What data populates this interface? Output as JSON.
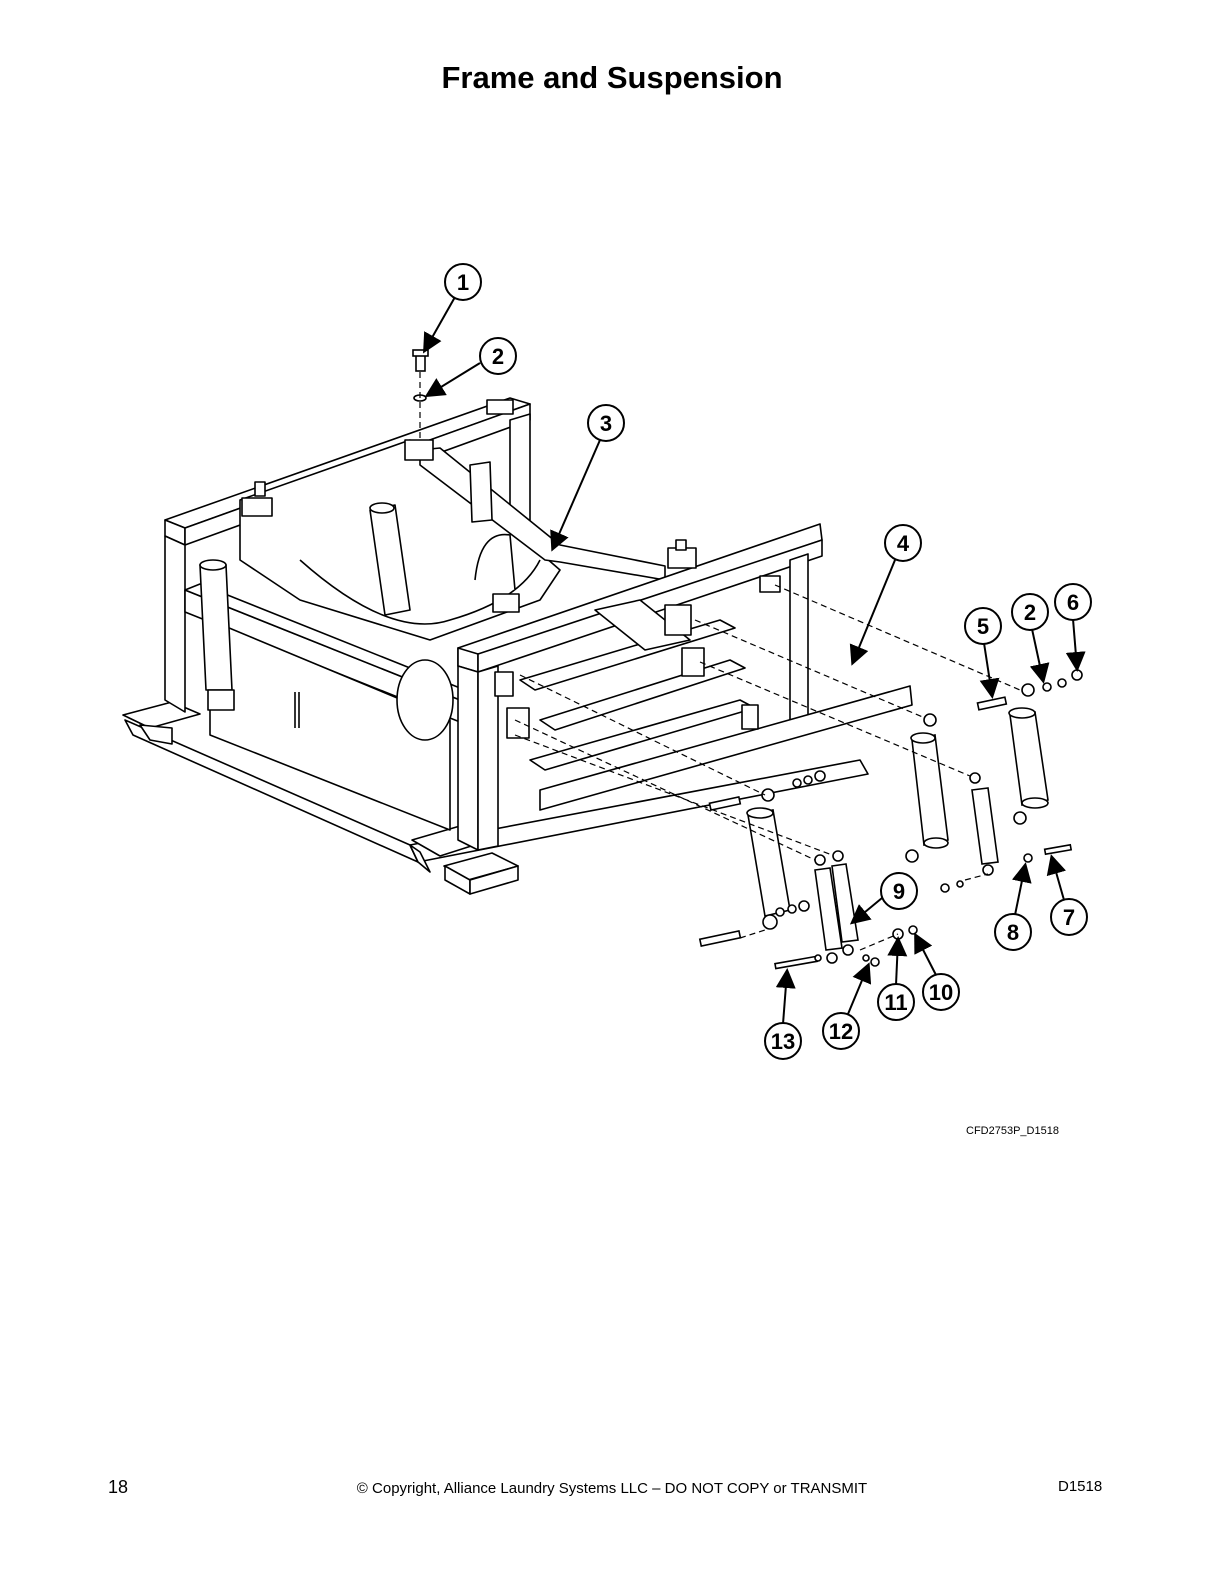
{
  "title": "Frame and Suspension",
  "callouts": {
    "c1": "1",
    "c2a": "2",
    "c3": "3",
    "c4": "4",
    "c5": "5",
    "c2b": "2",
    "c6": "6",
    "c7": "7",
    "c8": "8",
    "c9": "9",
    "c10": "10",
    "c11": "11",
    "c12": "12",
    "c13": "13"
  },
  "drawing_code": "CFD2753P_D1518",
  "footer": {
    "page_number": "18",
    "copyright": "© Copyright, Alliance Laundry Systems LLC – DO NOT COPY or TRANSMIT",
    "document_id": "D1518"
  }
}
